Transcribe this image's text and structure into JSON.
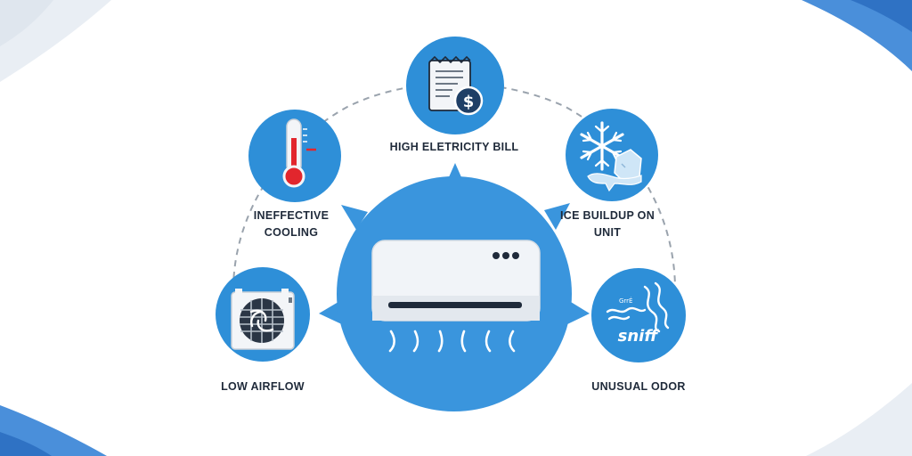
{
  "hub": {
    "icon": "air-conditioner-icon"
  },
  "issues": [
    {
      "id": "bill",
      "lines": [
        "HIGH ELETRICITY BILL"
      ],
      "icon": "bill-dollar-icon"
    },
    {
      "id": "cooling",
      "lines": [
        "INEFFECTIVE",
        "COOLING"
      ],
      "icon": "thermometer-icon"
    },
    {
      "id": "ice",
      "lines": [
        "ICE BUILDUP ON",
        "UNIT"
      ],
      "icon": "snowflake-ice-icon"
    },
    {
      "id": "airflow",
      "lines": [
        "LOW AIRFLOW"
      ],
      "icon": "fan-unit-icon"
    },
    {
      "id": "odor",
      "lines": [
        "UNUSUAL ODOR"
      ],
      "icon": "odor-sniff-icon"
    }
  ],
  "odor_icon_text": {
    "small": "GrrÉ",
    "big": "sniff"
  },
  "colors": {
    "circle_blue": "#2e8fd8",
    "hub_blue": "#3a95dd",
    "dark_text": "#1f2a3a",
    "thermo_red": "#e2262d",
    "corner_blue": "#3f86d6",
    "dash_gray": "#9aa3ad"
  }
}
